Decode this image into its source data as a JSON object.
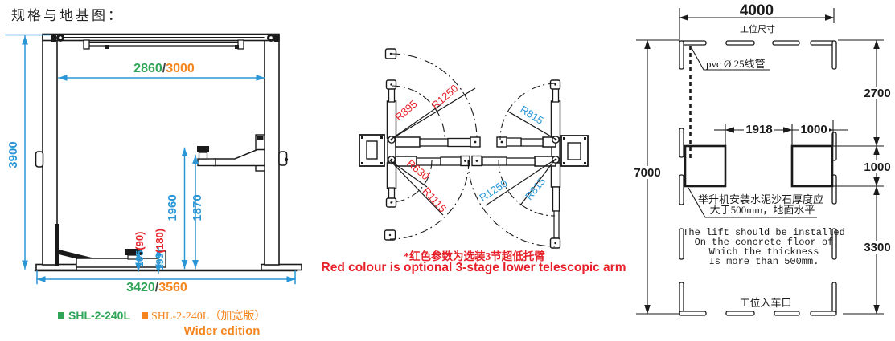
{
  "title": "规格与地基图：",
  "front_view": {
    "dim_width_a": "2860",
    "dim_sep1": "/",
    "dim_width_b": "3000",
    "dim_height": "3900",
    "dim_arm_high": "1960",
    "dim_arm_high2": "1870",
    "dim_pad_low_a": "105",
    "dim_pad_low_a_alt": "(90)",
    "dim_pad_low_b": "195",
    "dim_pad_low_b_alt": "(180)",
    "dim_base_a": "3420",
    "dim_sep2": "/",
    "dim_base_b": "3560",
    "legend_standard": "SHL-2-240L",
    "legend_wide": "SHL-2-240L（加宽版）",
    "legend_wide_sub": "Wider edition"
  },
  "top_view": {
    "radius_arm_min_left": "R895",
    "radius_arm_max_left_top": "R1250",
    "radius_arm_top_right": "R815",
    "radius_low_arm_min": "R630",
    "radius_low_arm_max": "R1115",
    "radius_arm_max_right": "R1250",
    "radius_arm_bottom_right": "R815",
    "note_cn": "*红色参数为选装3节超低托臂",
    "note_en": "Red colour is optional 3-stage lower telescopic arm"
  },
  "plan_view": {
    "dim_bay_width": "4000",
    "bay_width_label": "工位尺寸",
    "dim_bay_length": "7000",
    "dim_front_offset": "2700",
    "dim_post_gap": "1918",
    "dim_pad_w": "1000",
    "dim_pad_h": "1000",
    "dim_rear_offset": "3300",
    "pvc_label": "pvc Ø 25线管",
    "note_cn_line1": "举升机安装水泥沙石厚度应",
    "note_cn_line2": "大于500mm，地面水平",
    "note_en_line1": "The lift should be installed",
    "note_en_line2": "On the concrete floor of",
    "note_en_line3": "Which the thickness",
    "note_en_line4": "Is more than 500mm.",
    "entrance_label": "工位入车口"
  },
  "colors": {
    "blue": "#2b96d6",
    "green": "#2fa557",
    "orange": "#f5861f",
    "red": "#e62129",
    "ink": "#1a1a1a"
  }
}
